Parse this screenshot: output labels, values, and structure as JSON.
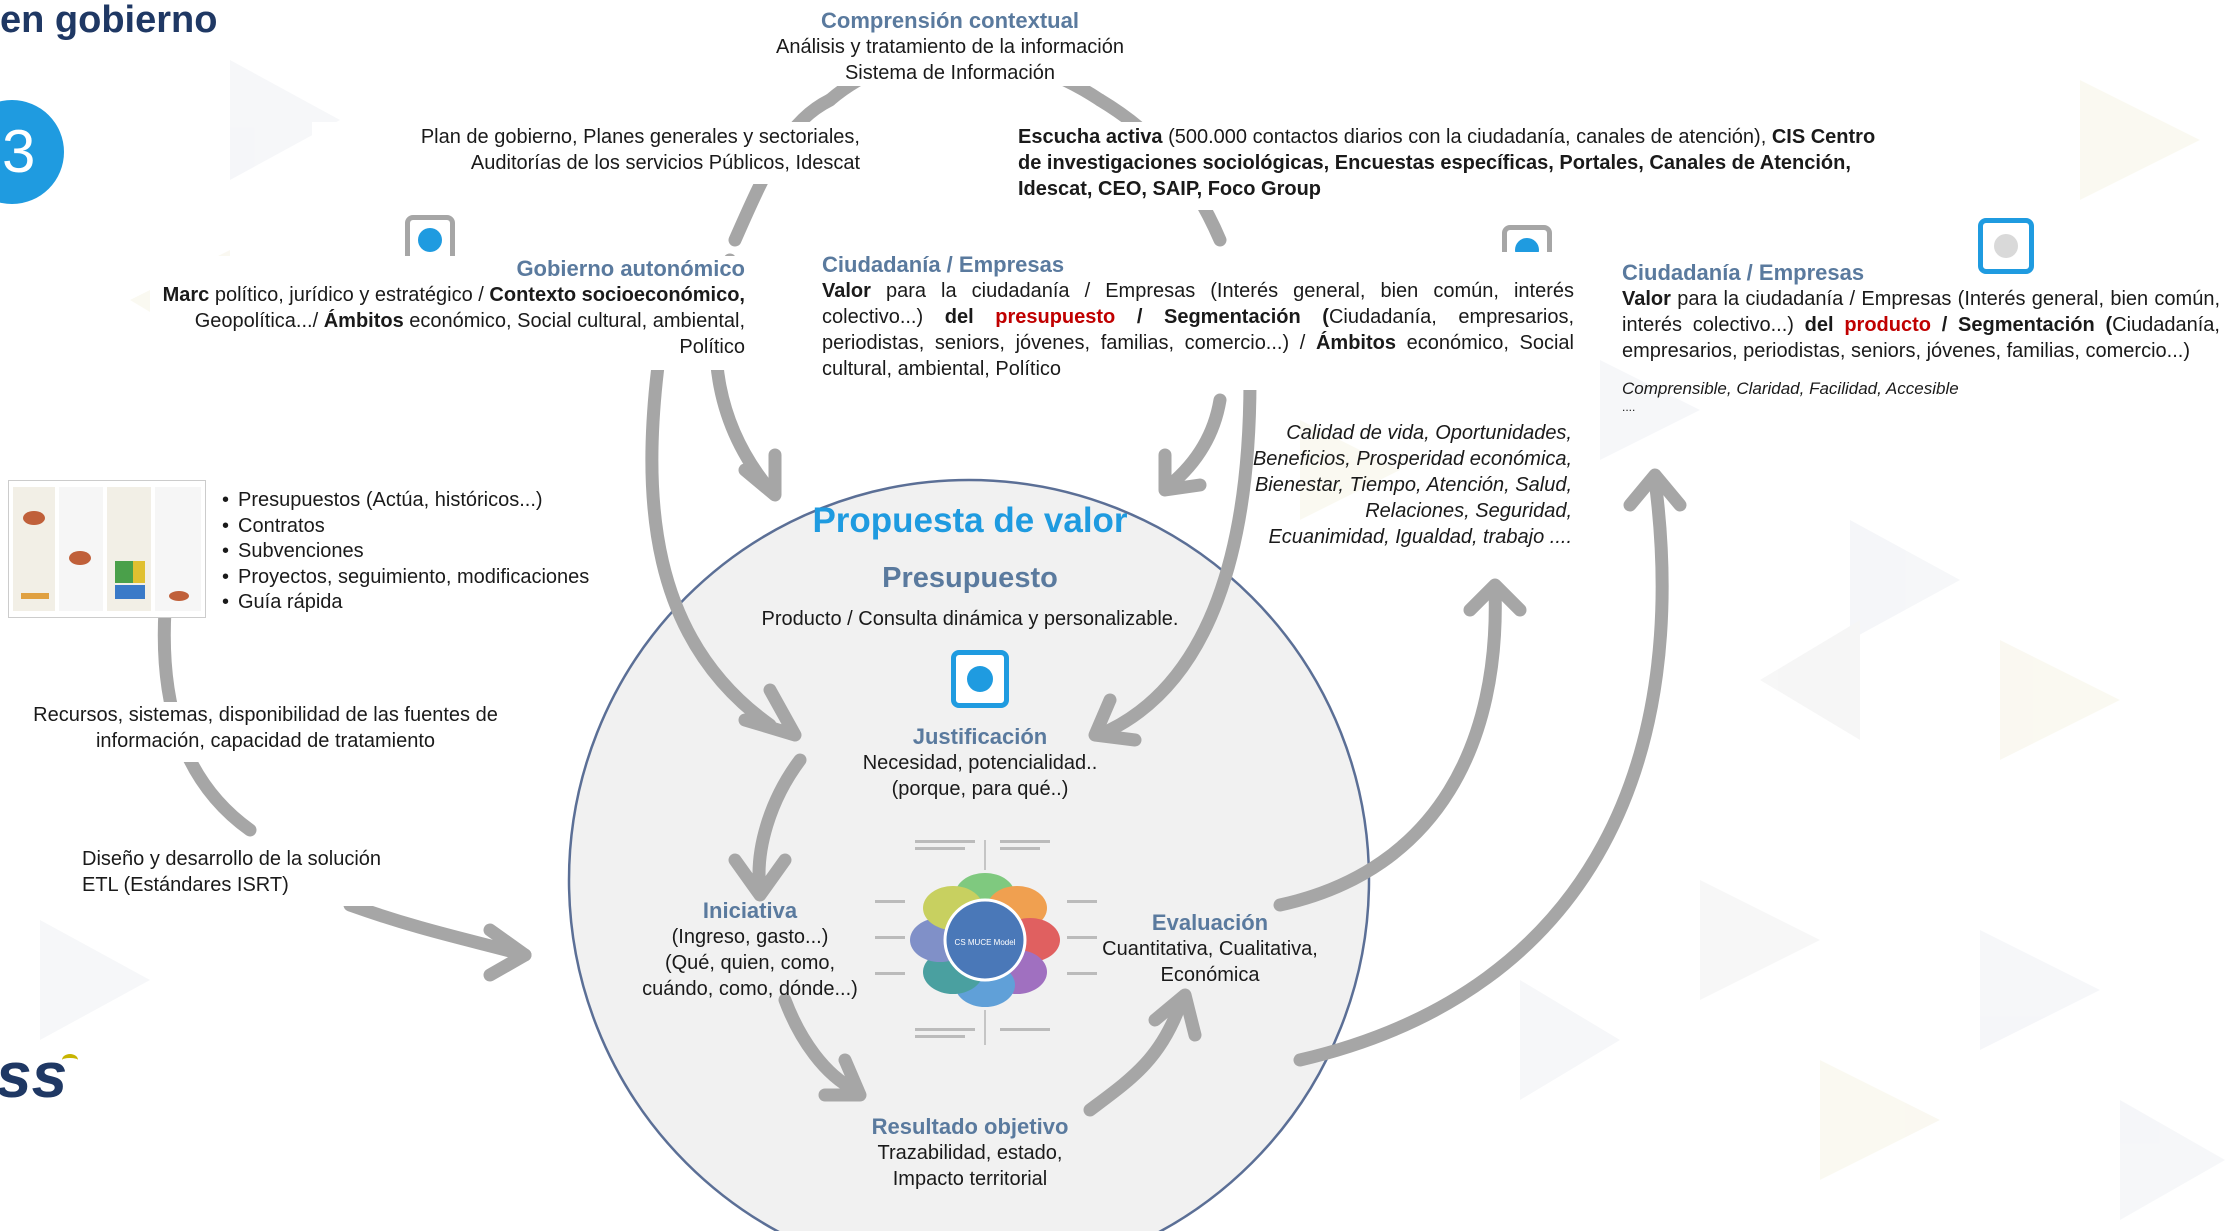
{
  "slide": {
    "title_fragment": "en gobierno",
    "badge_number": "3"
  },
  "top_center": {
    "heading": "Comprensión contextual",
    "line1": "Análisis y tratamiento de la información",
    "line2": "Sistema de Información"
  },
  "plan_box": {
    "line1": "Plan de gobierno, Planes generales y sectoriales,",
    "line2": "Auditorías de los servicios Públicos, Idescat"
  },
  "escucha_box": {
    "bold1": "Escucha activa",
    "text1": " (500.000 contactos diarios con la ciudadanía, canales de atención), ",
    "bold2": "CIS Centro de investigaciones sociológicas,  Encuestas específicas, Portales, Canales de Atención, Idescat, CEO, SAIP, Foco Group"
  },
  "gobierno": {
    "heading": "Gobierno autonómico",
    "b1": "Marc",
    "t1": " político, jurídico y estratégico / ",
    "b2": "Contexto socioeconómico,",
    "t2": " Geopolítica.../ ",
    "b3": "Ámbitos",
    "t3": " económico, Social cultural,  ambiental, Político"
  },
  "ciudadania_mid": {
    "heading": "Ciudadanía / Empresas",
    "b1": "Valor",
    "t1": " para la ciudadanía / Empresas (Interés general, bien común, interés colectivo...) ",
    "b2": "del ",
    "red": "presupuesto",
    "b3": " / Segmentación (",
    "t2": "Ciudadanía, empresarios, periodistas, seniors, jóvenes, familias, comercio...) / ",
    "b4": "Ámbitos",
    "t3": " económico, Social cultural,  ambiental, Político"
  },
  "ciudadania_right": {
    "heading": "Ciudadanía / Empresas",
    "b1": "Valor",
    "t1": " para la ciudadanía / Empresas (Interés general, bien común, interés colectivo...) ",
    "b2": "del ",
    "red": "producto",
    "b3": " / Segmentación (",
    "t2": "Ciudadanía, empresarios, periodistas, seniors, jóvenes, familias, comercio...)",
    "note": "Comprensible, Claridad, Facilidad, Accesible",
    "ellipsis": "...."
  },
  "calidad": "Calidad de vida, Oportunidades, Beneficios, Prosperidad económica, Bienestar, Tiempo, Atención, Salud, Relaciones, Seguridad, Ecuanimidad, Igualdad, trabajo ....",
  "bullets": [
    "Presupuestos (Actúa, históricos...)",
    "Contratos",
    "Subvenciones",
    "Proyectos, seguimiento, modificaciones",
    "Guía rápida"
  ],
  "recursos": "Recursos, sistemas, disponibilidad de las fuentes de información, capacidad de tratamiento",
  "diseno": {
    "line1": "Diseño y desarrollo de la solución",
    "line2": "ETL (Estándares ISRT)"
  },
  "circle": {
    "title": "Propuesta de valor",
    "subtitle": "Presupuesto",
    "desc": "Producto / Consulta dinámica y personalizable."
  },
  "justificacion": {
    "heading": "Justificación",
    "line1": "Necesidad, potencialidad..",
    "line2": "(porque, para qué..)"
  },
  "iniciativa": {
    "heading": "Iniciativa",
    "line1": "(Ingreso, gasto...)",
    "line2": "(Qué, quien, como,",
    "line3": "cuándo, como, dónde...)"
  },
  "evaluacion": {
    "heading": "Evaluación",
    "line1": "Cuantitativa, Cualitativa,",
    "line2": "Económica"
  },
  "resultado": {
    "heading": "Resultado objetivo",
    "line1": "Trazabilidad, estado,",
    "line2": "Impacto territorial"
  },
  "logo_text": "ss",
  "flower_center": "CS MUCE Model",
  "colors": {
    "heading": "#5a7a9e",
    "accent_blue": "#1f9be0",
    "arrow_gray": "#a6a6a6",
    "red": "#c00000",
    "title_navy": "#1f3864",
    "circle_border": "#5b6f96",
    "circle_fill": "#f1f1f1",
    "logo": "#c8b400"
  }
}
